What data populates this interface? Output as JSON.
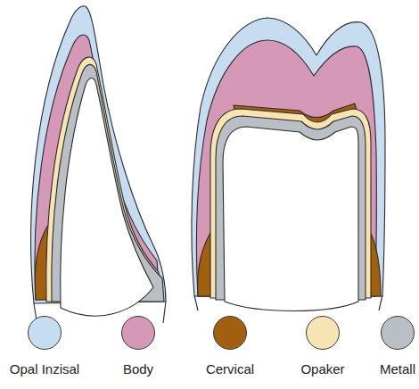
{
  "diagram": {
    "legend": [
      {
        "text": "Opal Inzisal",
        "color": "#c6dcf1"
      },
      {
        "text": "Body",
        "color": "#d598b7"
      },
      {
        "text": "Cervical",
        "color": "#a2600f"
      },
      {
        "text": "Opaker",
        "color": "#f8e4b2"
      },
      {
        "text": "Metall",
        "color": "#b9bfc5"
      }
    ]
  }
}
